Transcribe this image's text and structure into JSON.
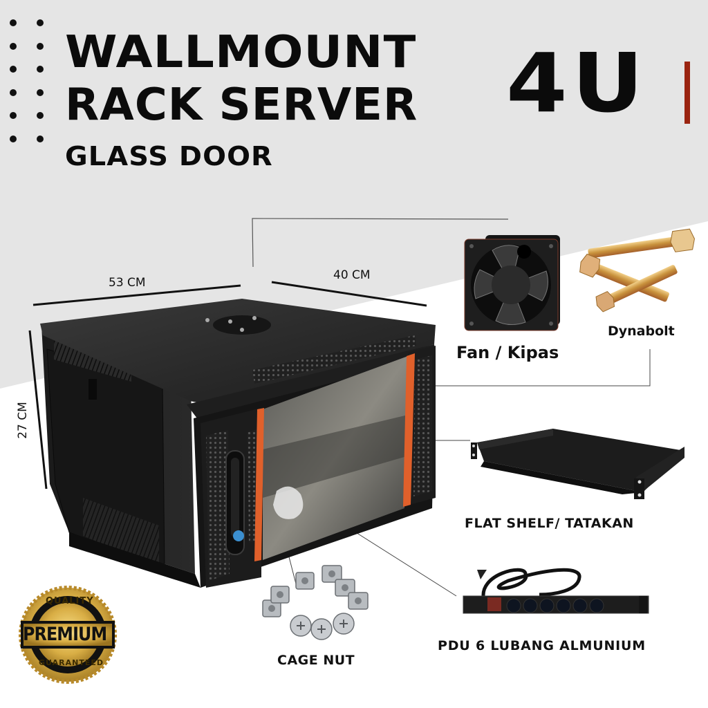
{
  "header": {
    "title_line1": "WALLMOUNT",
    "title_line2": "RACK SERVER",
    "subtitle": "GLASS DOOR",
    "size_badge": "4U",
    "accent_color": "#9a2410"
  },
  "colors": {
    "background_top": "#e5e5e5",
    "background_bottom": "#ffffff",
    "text": "#0b0b0b",
    "door_trim": "#e0602b",
    "badge_gold": "#d4a93c"
  },
  "dimensions": {
    "width": "53 CM",
    "depth": "40 CM",
    "height": "27 CM"
  },
  "accessories": [
    {
      "id": "fan",
      "label": "Fan / Kipas",
      "icon": "fan-icon"
    },
    {
      "id": "dynabolt",
      "label": "Dynabolt",
      "icon": "bolt-icon"
    },
    {
      "id": "shelf",
      "label": "FLAT SHELF/ TATAKAN",
      "icon": "shelf-icon"
    },
    {
      "id": "pdu",
      "label": "PDU 6 LUBANG ALMUNIUM",
      "icon": "power-strip-icon"
    },
    {
      "id": "cage_nut",
      "label": "CAGE NUT",
      "icon": "cage-nut-icon"
    }
  ],
  "badge": {
    "top": "QUALITY",
    "main": "PREMIUM",
    "bottom": "GUARANTEED"
  }
}
